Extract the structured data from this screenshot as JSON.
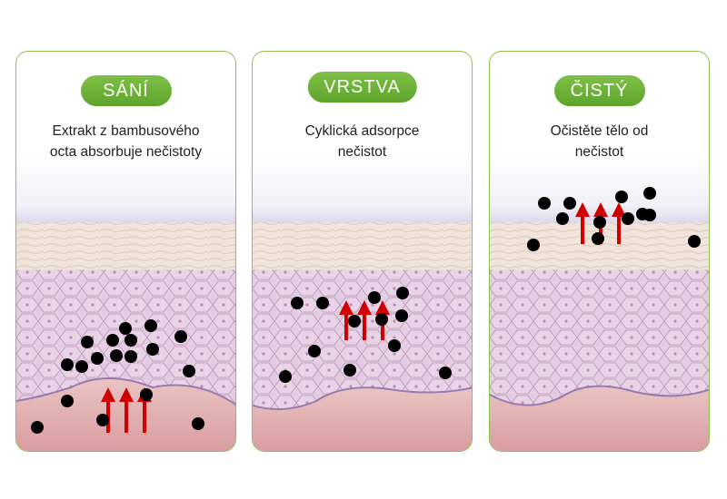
{
  "panels": [
    {
      "title": "SÁNÍ",
      "caption_lines": [
        "Extrakt z bambusového",
        "octa absorbuje nečistoty"
      ]
    },
    {
      "title": "VRSTVA",
      "caption_lines": [
        "Cyklická adsorpce",
        "nečistot"
      ]
    },
    {
      "title": "ČISTÝ",
      "caption_lines": [
        "Očistěte tělo od",
        "nečistot"
      ]
    }
  ],
  "colors": {
    "badge": "#6bb236",
    "border": "#8cc252",
    "particle": "#000000",
    "arrow": "#d10000",
    "skin_surface": "#eadde6",
    "epidermis": "#e0c8df",
    "dermis": "#e0b0b0"
  }
}
